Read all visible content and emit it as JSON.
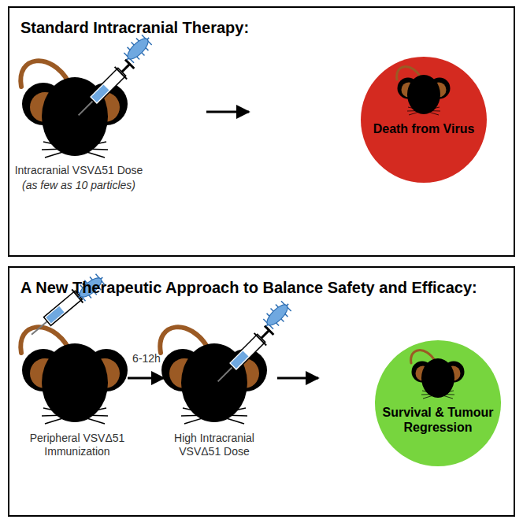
{
  "diagram": {
    "nodes": [
      {
        "text": [
          "Standard Intracranial Therapy:"
        ]
      },
      {
        "text": [
          "Death from Virus"
        ],
        "in": 0
      },
      {
        "text": [
          "A New Therapeutic Approach to Balance Safety and Efficacy:"
        ]
      },
      {
        "text": [
          "Survival & Tumour Regression"
        ],
        "in": 2
      }
    ],
    "labels": [
      "Intracranial VSVΔ51 Dose",
      "(as few as 10 particles)",
      "Peripheral VSVΔ51 Immunization",
      "6-12h",
      "High Intracranial VSVΔ51 Dose"
    ]
  }
}
